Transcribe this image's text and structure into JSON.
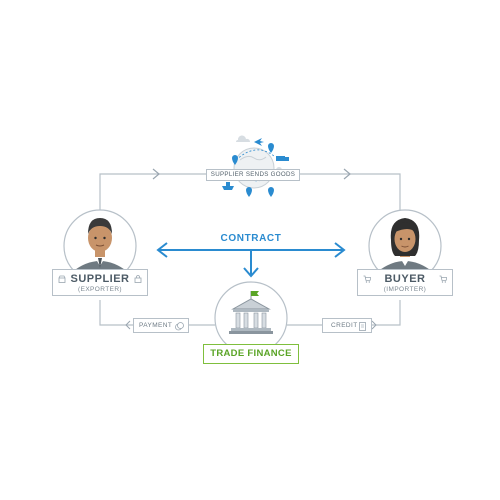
{
  "diagram": {
    "flow_label": "SUPPLIER SENDS GOODS",
    "contract_label": "CONTRACT",
    "supplier": {
      "title": "SUPPLIER",
      "subtitle": "(EXPORTER)"
    },
    "buyer": {
      "title": "BUYER",
      "subtitle": "(IMPORTER)"
    },
    "payment_label": "PAYMENT",
    "credit_label": "CREDIT",
    "bank_label": "TRADE FINANCE"
  },
  "colors": {
    "line": "#b7c0c8",
    "accent_blue": "#2a8bd0",
    "accent_green": "#5aa426",
    "skin": "#c8946a",
    "hair": "#3a3a3a",
    "suit": "#6f7a82"
  }
}
